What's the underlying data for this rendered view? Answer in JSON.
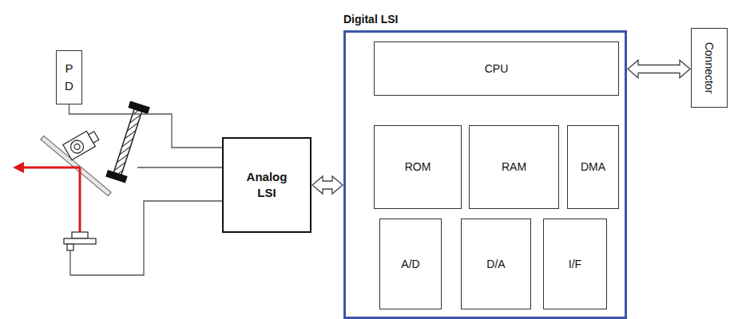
{
  "diagram": {
    "nodes": [
      {
        "text": [
          "P D"
        ]
      },
      {
        "text": [
          "Analog LSI"
        ]
      },
      {
        "text": [
          "Digital LSI"
        ]
      },
      {
        "text": [
          "CPU"
        ],
        "in": 2
      },
      {
        "text": [
          "ROM"
        ],
        "in": 2
      },
      {
        "text": [
          "RAM"
        ],
        "in": 2
      },
      {
        "text": [
          "DMA"
        ],
        "in": 2
      },
      {
        "text": [
          "A/D"
        ],
        "in": 2
      },
      {
        "text": [
          "D/A"
        ],
        "in": 2
      },
      {
        "text": [
          "I/F"
        ],
        "in": 2
      },
      {
        "text": [
          "Connector"
        ]
      }
    ],
    "edges": [
      {
        "from": 0,
        "to": 1,
        "arrow": "none"
      },
      {
        "from": 1,
        "to": 2,
        "arrow": "both"
      },
      {
        "from": 2,
        "to": 10,
        "arrow": "both"
      }
    ]
  }
}
